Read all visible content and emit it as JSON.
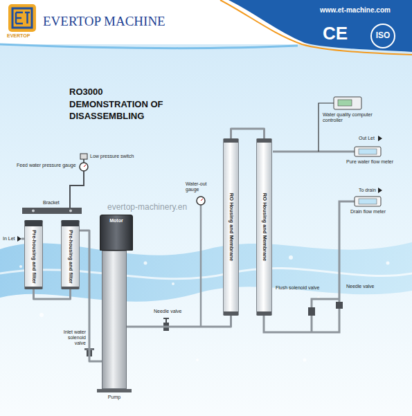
{
  "diagram": {
    "title": "RO3000 DEMONSTRATION OF DISASSEMBLING",
    "nodes": [
      {
        "text": [
          "Pre-housing and filter"
        ]
      },
      {
        "text": [
          "Pre-housing and filter"
        ]
      },
      {
        "text": [
          "Motor"
        ]
      },
      {
        "text": [
          "Pump"
        ]
      },
      {
        "text": [
          "RO Housing and Membrane"
        ]
      },
      {
        "text": [
          "RO Housing and Membrane"
        ]
      }
    ],
    "edges": [
      {
        "from": 0,
        "to": 1,
        "arrow": "none"
      },
      {
        "from": 1,
        "to": 3,
        "arrow": "none"
      },
      {
        "from": 3,
        "to": 4,
        "arrow": "none"
      },
      {
        "from": 4,
        "to": 5,
        "arrow": "none"
      }
    ],
    "labels": [
      "EVERTOP",
      "EVERTOP MACHINE",
      "www.et-machine.com",
      "CE",
      "ISO",
      "Feed water pressure gauge",
      "Low pressure switch",
      "Bracket",
      "In Let",
      "Inlet water solenoid valve",
      "Needle valve",
      "Water-out gauge",
      "Water quality computer controller",
      "Out Let",
      "Pure water flow meter",
      "To drain",
      "Drain flow meter",
      "Flush solenoid valve",
      "Needle valve",
      "evertop-machinery.en"
    ]
  }
}
